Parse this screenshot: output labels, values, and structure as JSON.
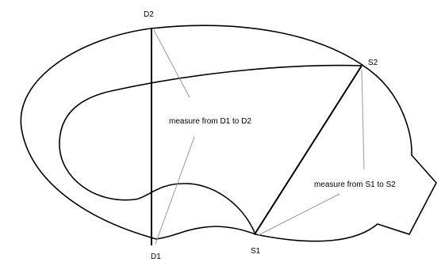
{
  "diagram": {
    "points": {
      "d1": "D1",
      "d2": "D2",
      "s1": "S1",
      "s2": "S2"
    },
    "annotations": {
      "d_measure": "measure from D1 to D2",
      "s_measure": "measure from S1 to S2"
    },
    "colors": {
      "stroke": "#000000",
      "leader": "#9a9a9a",
      "background": "#ffffff"
    }
  }
}
